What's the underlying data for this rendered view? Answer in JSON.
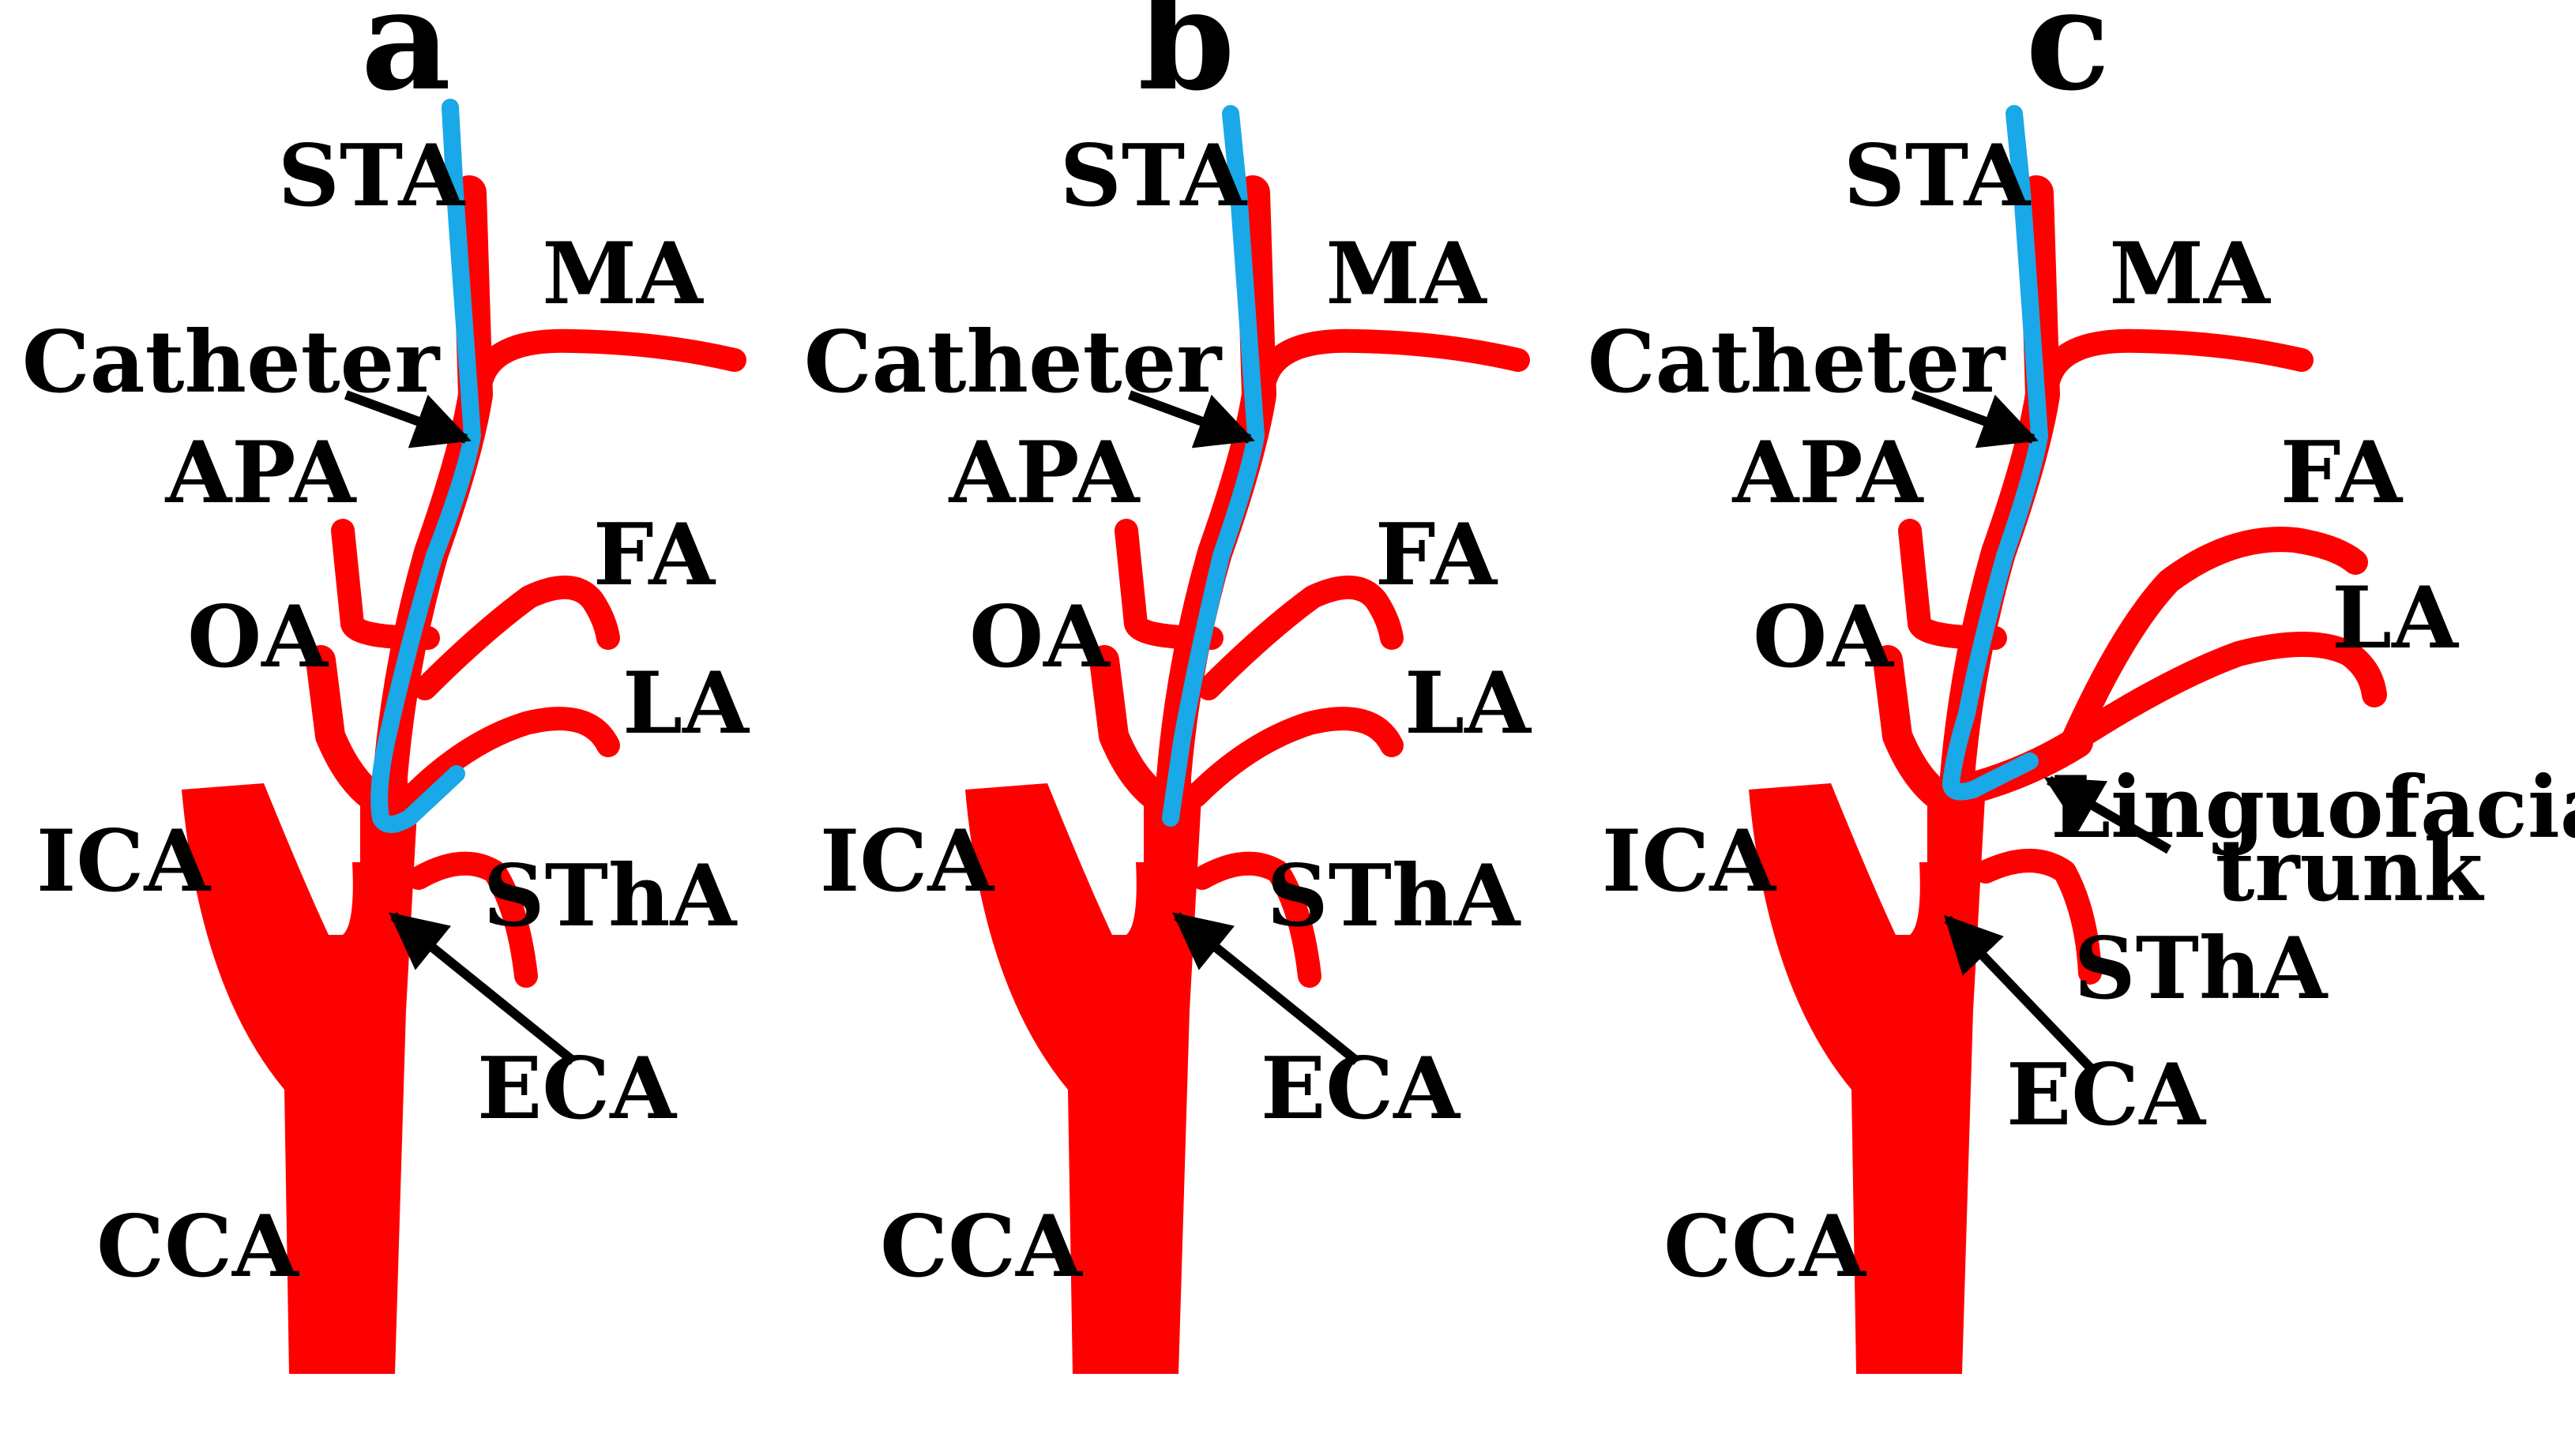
{
  "colors": {
    "vessel": "#ff0000",
    "catheter": "#19a8e8",
    "text": "#000000",
    "background": "#ffffff"
  },
  "panels": [
    {
      "letter": "a",
      "labels": {
        "sta": "STA",
        "ma": "MA",
        "catheter": "Catheter",
        "apa": "APA",
        "fa": "FA",
        "oa": "OA",
        "la": "LA",
        "ica": "ICA",
        "stha": "SThA",
        "eca": "ECA",
        "cca": "CCA"
      }
    },
    {
      "letter": "b",
      "labels": {
        "sta": "STA",
        "ma": "MA",
        "catheter": "Catheter",
        "apa": "APA",
        "fa": "FA",
        "oa": "OA",
        "la": "LA",
        "ica": "ICA",
        "stha": "SThA",
        "eca": "ECA",
        "cca": "CCA"
      }
    },
    {
      "letter": "c",
      "labels": {
        "sta": "STA",
        "ma": "MA",
        "catheter": "Catheter",
        "apa": "APA",
        "fa": "FA",
        "oa": "OA",
        "la": "LA",
        "ica": "ICA",
        "stha": "SThA",
        "eca": "ECA",
        "cca": "CCA",
        "trunk_line1": "Linguofacial",
        "trunk_line2": "trunk"
      }
    }
  ]
}
